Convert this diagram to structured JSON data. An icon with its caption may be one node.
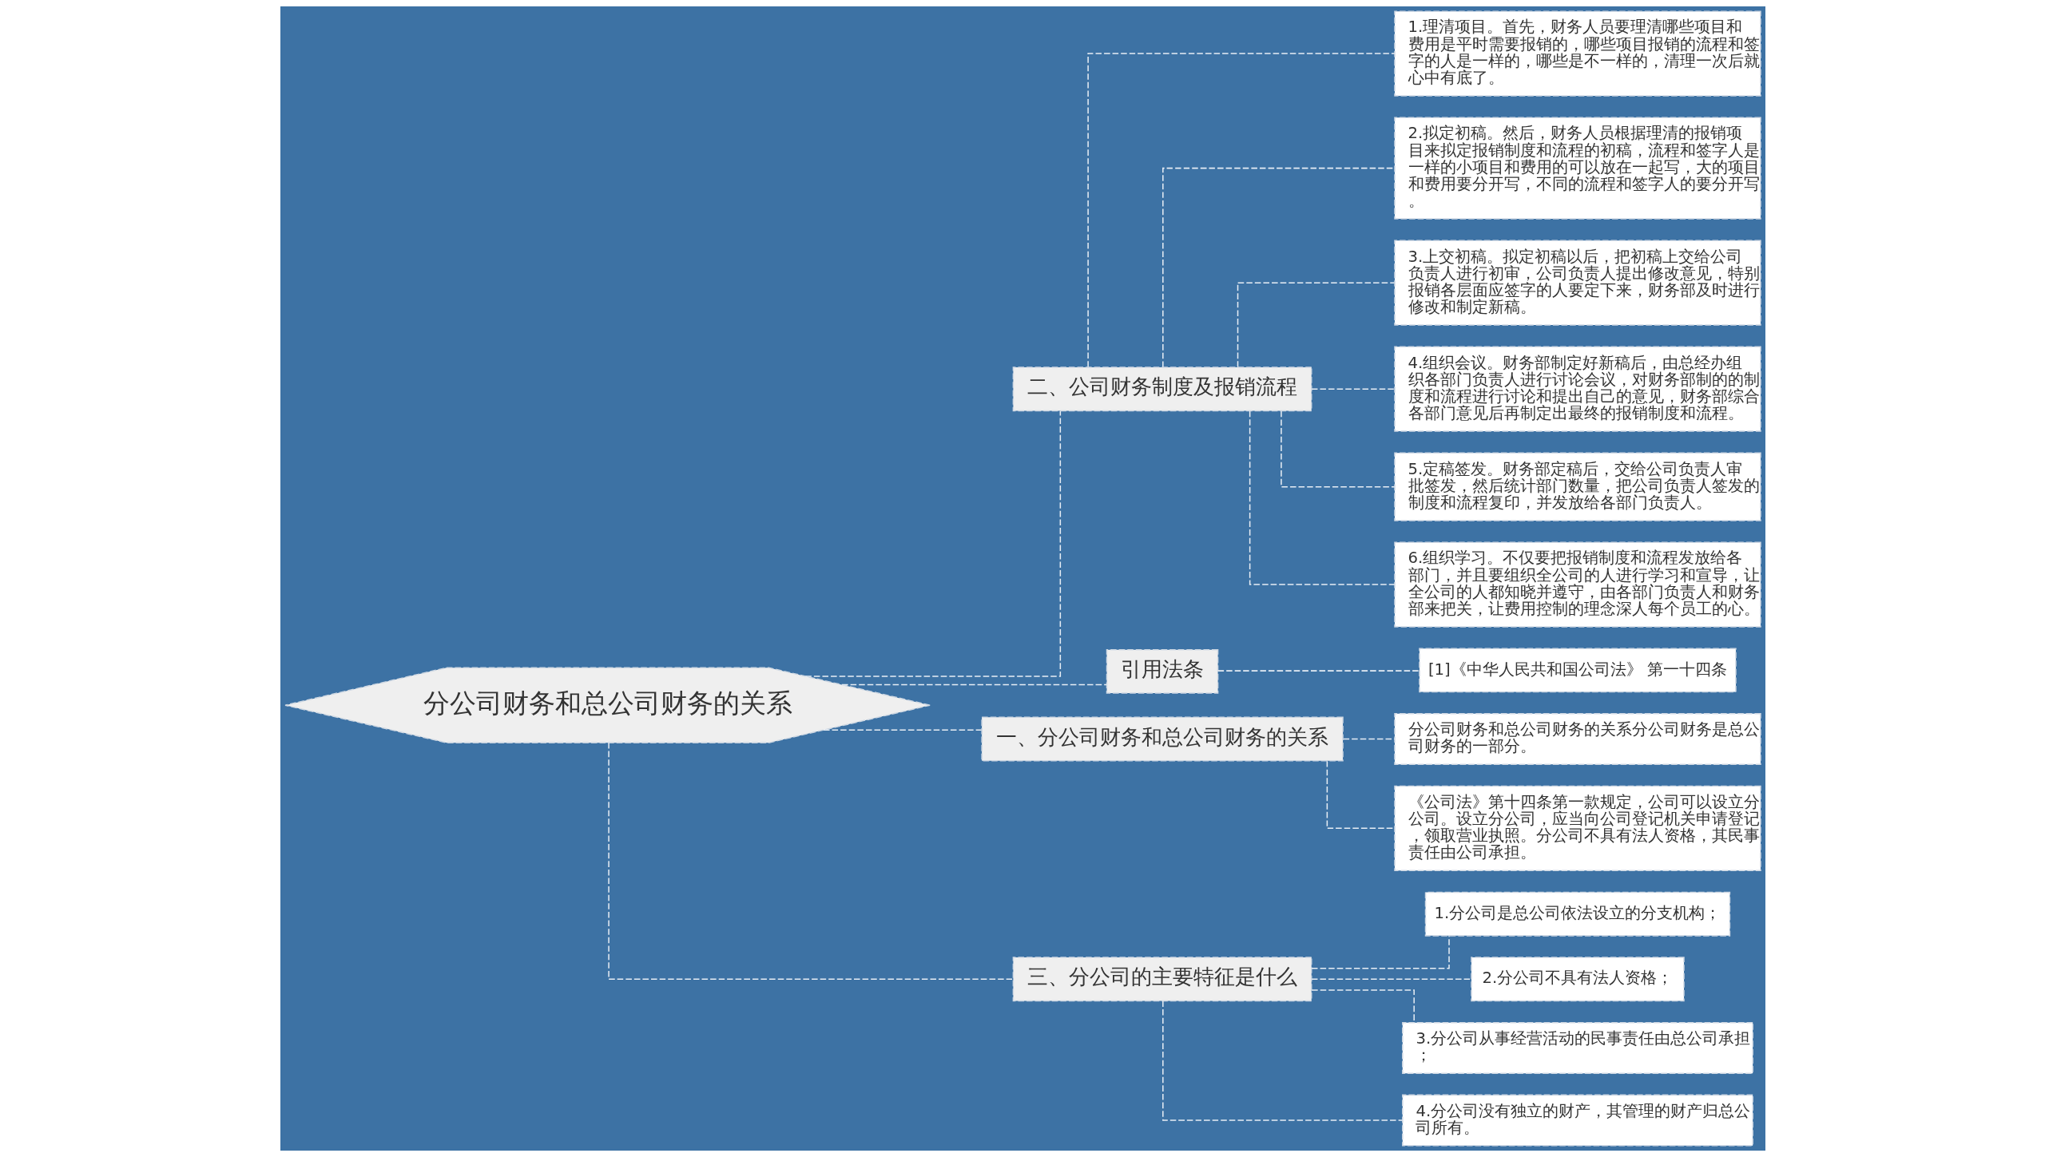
{
  "diagram": {
    "nodes": [
      {
        "text": [
          "分公司财务和总公司财务的关系"
        ]
      },
      {
        "text": [
          "二、公司财务制度及报销流程"
        ]
      },
      {
        "text": [
          "1.理清项目。首先，财务人员要理清哪些项目和费用是平时需要报销的，哪些项目报销的流程和签字的人是一样的，哪些是不一样的，清理一次后就心中有底了。"
        ]
      },
      {
        "text": [
          "2.拟定初稿。然后，财务人员根据理清的报销项目来拟定报销制度和流程的初稿，流程和签字人是一样的小项目和费用的可以放在一起写，大的项目和费用要分开写，不同的流程和签字人的要分开写。"
        ]
      },
      {
        "text": [
          "3.上交初稿。拟定初稿以后，把初稿上交给公司负责人进行初审，公司负责人提出修改意见，特别报销各层面应签字的人要定下来，财务部及时进行修改和制定新稿。"
        ]
      },
      {
        "text": [
          "4.组织会议。财务部制定好新稿后，由总经办组织各部门负责人进行讨论会议，对财务部制的的制度和流程进行讨论和提出自己的意见，财务部综合各部门意见后再制定出最终的报销制度和流程。"
        ]
      },
      {
        "text": [
          "5.定稿签发。财务部定稿后，交给公司负责人审批签发，然后统计部门数量，把公司负责人签发的制度和流程复印，并发放给各部门负责人。"
        ]
      },
      {
        "text": [
          "6.组织学习。不仅要把报销制度和流程发放给各部门，并且要组织全公司的人进行学习和宣导，让全公司的人都知晓并遵守，由各部门负责人和财务部来把关，让费用控制的理念深人每个员工的心。"
        ]
      },
      {
        "text": [
          "引用法条"
        ]
      },
      {
        "text": [
          "[1]《中华人民共和国公司法》 第一十四条"
        ]
      },
      {
        "text": [
          "一、分公司财务和总公司财务的关系"
        ]
      },
      {
        "text": [
          "分公司财务和总公司财务的关系分公司财务是总公司财务的一部分。"
        ]
      },
      {
        "text": [
          "《公司法》第十四条第一款规定，公司可以设立分公司。设立分公司，应当向公司登记机关申请登记，领取营业执照。分公司不具有法人资格，其民事责任由公司承担。"
        ]
      },
      {
        "text": [
          "三、分公司的主要特征是什么"
        ]
      },
      {
        "text": [
          "1.分公司是总公司依法设立的分支机构；"
        ]
      },
      {
        "text": [
          "2.分公司不具有法人资格；"
        ]
      },
      {
        "text": [
          "3.分公司从事经营活动的民事责任由总公司承担；"
        ]
      },
      {
        "text": [
          "4.分公司没有独立的财产，其管理的财产归总公司所有。"
        ]
      }
    ],
    "edges": [
      {
        "from": 0,
        "to": 1,
        "arrow": "none",
        "style": "dashed"
      },
      {
        "from": 1,
        "to": 2,
        "arrow": "none",
        "style": "dashed"
      },
      {
        "from": 1,
        "to": 3,
        "arrow": "none",
        "style": "dashed"
      },
      {
        "from": 1,
        "to": 4,
        "arrow": "none",
        "style": "dashed"
      },
      {
        "from": 1,
        "to": 5,
        "arrow": "none",
        "style": "dashed"
      },
      {
        "from": 1,
        "to": 6,
        "arrow": "none",
        "style": "dashed"
      },
      {
        "from": 1,
        "to": 7,
        "arrow": "none",
        "style": "dashed"
      },
      {
        "from": 0,
        "to": 8,
        "arrow": "none",
        "style": "dashed"
      },
      {
        "from": 8,
        "to": 9,
        "arrow": "none",
        "style": "dashed"
      },
      {
        "from": 0,
        "to": 10,
        "arrow": "none",
        "style": "dashed"
      },
      {
        "from": 10,
        "to": 11,
        "arrow": "none",
        "style": "dashed"
      },
      {
        "from": 10,
        "to": 12,
        "arrow": "none",
        "style": "dashed"
      },
      {
        "from": 0,
        "to": 13,
        "arrow": "none",
        "style": "dashed"
      },
      {
        "from": 13,
        "to": 14,
        "arrow": "none",
        "style": "dashed"
      },
      {
        "from": 13,
        "to": 15,
        "arrow": "none",
        "style": "dashed"
      },
      {
        "from": 13,
        "to": 16,
        "arrow": "none",
        "style": "dashed"
      },
      {
        "from": 13,
        "to": 17,
        "arrow": "none",
        "style": "dashed"
      }
    ]
  }
}
